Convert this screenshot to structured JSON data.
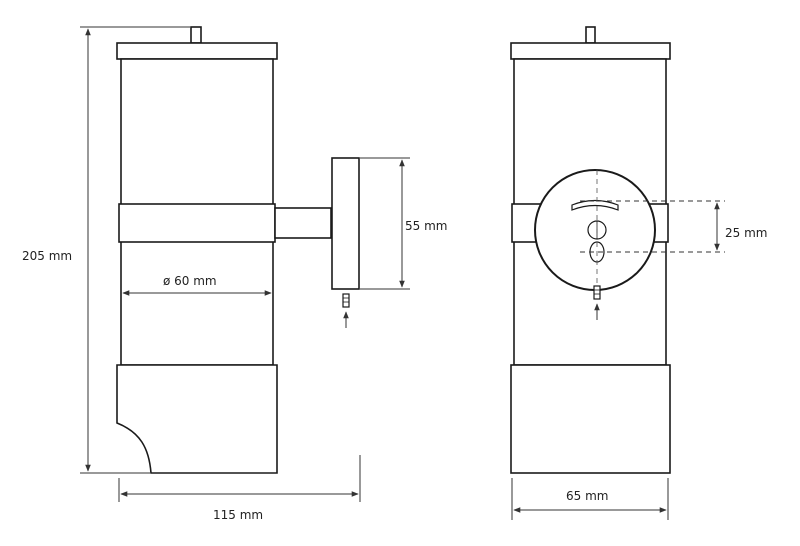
{
  "dimensions": {
    "height": "205 mm",
    "depth": "115 mm",
    "diameter": "ø 60 mm",
    "arm_height": "55 mm",
    "width": "65 mm",
    "mount_spacing": "25 mm"
  },
  "colors": {
    "line": "#1a1a1a",
    "dim_line": "#333333",
    "side_fill": "#ffffff",
    "front_fill": "#ffffff"
  }
}
